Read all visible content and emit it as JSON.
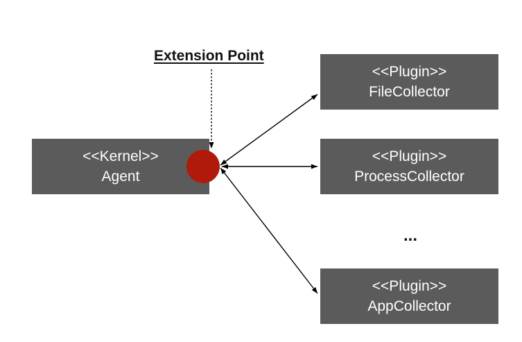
{
  "extension_point": {
    "label": "Extension Point"
  },
  "kernel": {
    "stereotype": "<<Kernel>>",
    "name": "Agent"
  },
  "plugins": [
    {
      "stereotype": "<<Plugin>>",
      "name": "FileCollector"
    },
    {
      "stereotype": "<<Plugin>>",
      "name": "ProcessCollector"
    },
    {
      "stereotype": "<<Plugin>>",
      "name": "AppCollector"
    }
  ],
  "ellipsis": "...",
  "colors": {
    "box_fill": "#5b5b5b",
    "box_text": "#ffffff",
    "extension_point_dot": "#b01a0a",
    "arrows": "#000000"
  }
}
